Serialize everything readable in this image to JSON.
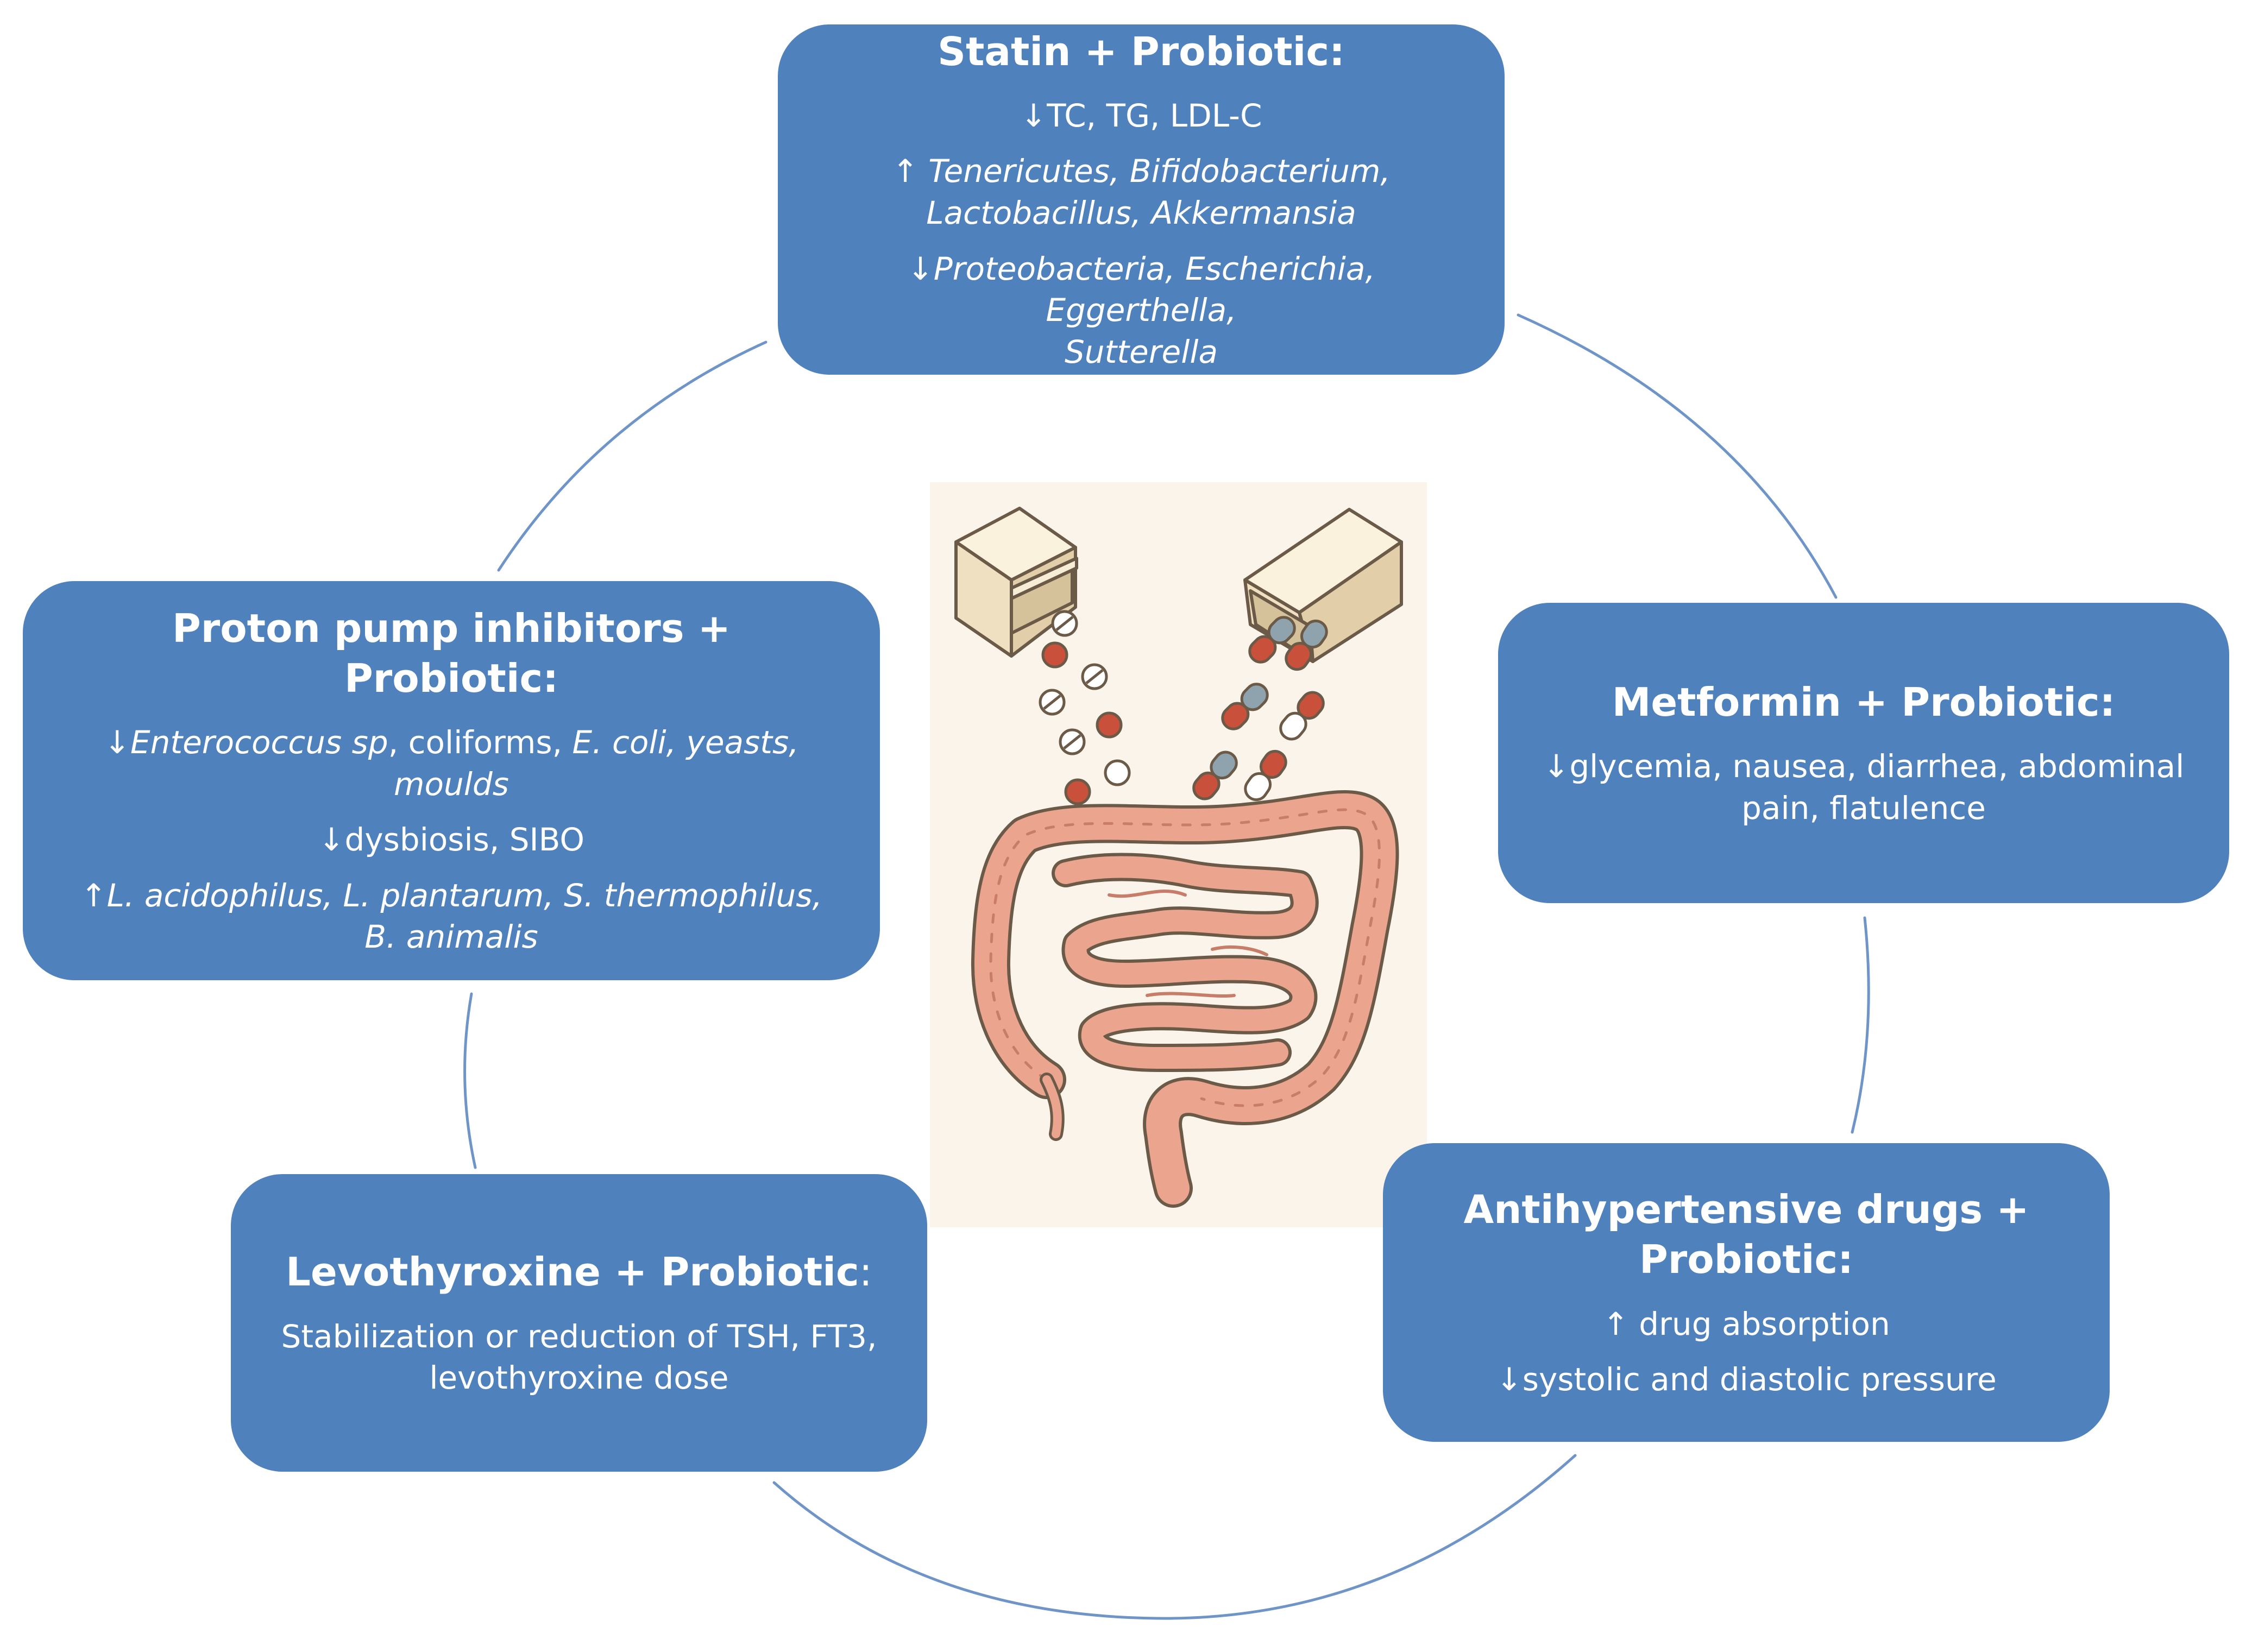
{
  "colors": {
    "box_fill": "#4f81bd",
    "box_text": "#ffffff",
    "connector_line": "#6f95c8",
    "illustration_bg": "#fbf4ea",
    "intestine": "#eba58f",
    "pill_red": "#c9513b",
    "pill_gray": "#8ea3ad",
    "box_cardboard": "#f4e8cf"
  },
  "icons": [
    "pill-box-icon",
    "tablet-icon",
    "capsule-icon",
    "intestine-icon"
  ],
  "statin": {
    "title": "Statin + Probiotic:",
    "line1": "TC, TG,  LDL-C",
    "line2_a": "Tenericutes, Bifidobacterium,",
    "line2_b": "Lactobacillus, Akkermansia",
    "line3_a": "Proteobacteria, Escherichia, Eggerthella,",
    "line3_b": "Sutterella"
  },
  "ppi": {
    "title": "Proton pump inhibitors + Probiotic:",
    "line1_sp": "Enterococcus sp",
    "line1_sep1": ", coliforms, ",
    "line1_ecoli": "E. coli, yeasts, moulds",
    "line2": "dysbiosis, SIBO",
    "line3_a": "L. acidophilus, L. plantarum, S. thermophilus,",
    "line3_b": "B. animalis"
  },
  "metformin": {
    "title": "Metformin + Probiotic:",
    "line1": "glycemia, nausea, diarrhea, abdominal pain, flatulence"
  },
  "levothyroxine": {
    "title": "Levothyroxine + Probiotic",
    "title_colon": ":",
    "line1": "Stabilization or reduction of TSH, FT3, levothyroxine dose"
  },
  "antihypertensive": {
    "title": "Antihypertensive drugs + Probiotic:",
    "line1": "drug absorption",
    "line2": "systolic and diastolic pressure"
  },
  "arrows": {
    "down": "↓",
    "up": "↑"
  }
}
